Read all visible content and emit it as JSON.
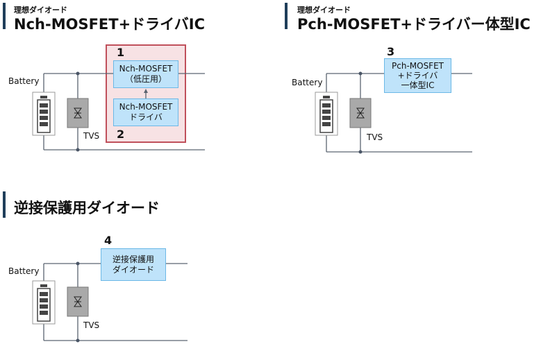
{
  "section_nch": {
    "subtitle": "理想ダイオード",
    "title": "Nch-MOSFET+ドライバIC",
    "battery_label": "Battery",
    "tvs_label": "TVS",
    "box1_label": "Nch-MOSFET\n（低圧用）",
    "box2_label": "Nch-MOSFET\nドライバ",
    "number_top": "1",
    "number_bottom": "2"
  },
  "section_pch": {
    "subtitle": "理想ダイオード",
    "title": "Pch-MOSFET+ドライバー体型IC",
    "battery_label": "Battery",
    "tvs_label": "TVS",
    "box_label": "Pch-MOSFET\n+ドライバ\n一体型IC",
    "number": "3"
  },
  "section_diode": {
    "title": "逆接保護用ダイオード",
    "battery_label": "Battery",
    "tvs_label": "TVS",
    "box_label": "逆接保護用\nダイオード",
    "number": "4"
  },
  "colors": {
    "header_bar": "#1f3e5a",
    "box_fill": "#bfe3fa",
    "box_border": "#6bb8e6",
    "highlight_fill": "#f7e2e4",
    "highlight_border": "#c0505b",
    "wire": "#5a6470",
    "tvs_fill": "#a9a9a9"
  }
}
